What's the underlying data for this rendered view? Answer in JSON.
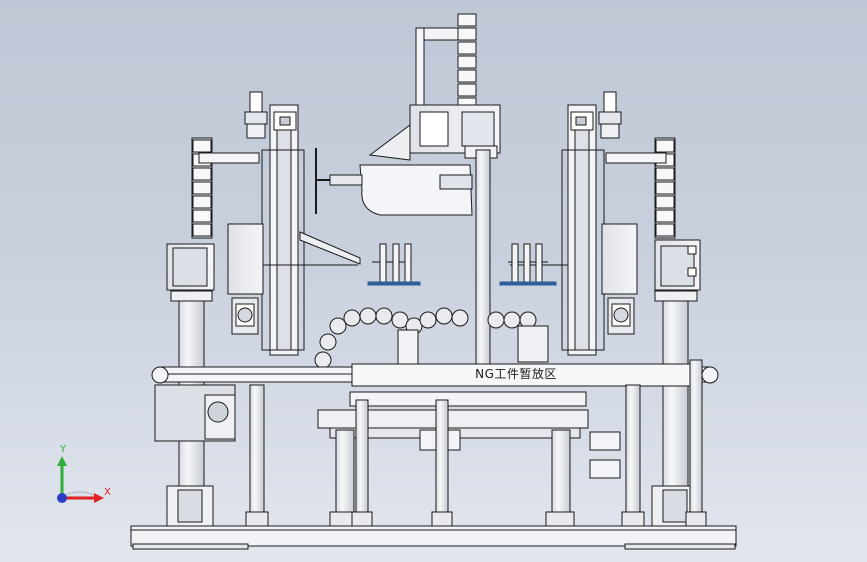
{
  "viewport": {
    "background_top": "#bfc7d6",
    "background_bottom": "#e2e6ee"
  },
  "model": {
    "zone_label": "NG工件暂放区"
  },
  "triad": {
    "y_label": "Y",
    "x_label": "X",
    "y_color": "#2eae3a",
    "x_color": "#e02424",
    "z_color": "#2a3cc8"
  },
  "palette": {
    "part_fill": "#eef0f4",
    "part_fill_dark": "#c8ccd4",
    "edge": "#1a1a1a",
    "cable_fill": "#e9ebef",
    "sensor_plate": "#2f5f9a"
  }
}
